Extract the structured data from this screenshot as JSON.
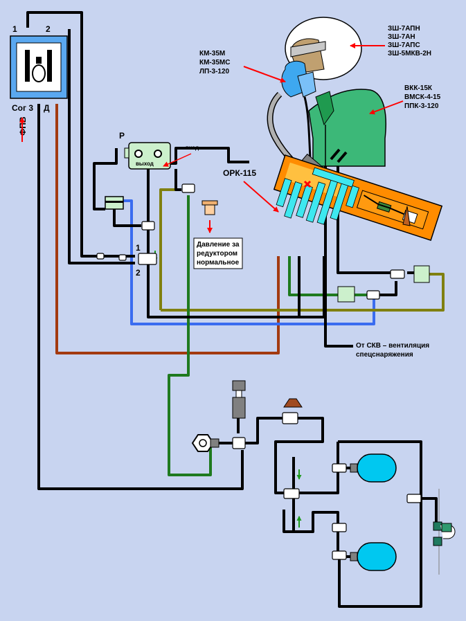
{
  "colors": {
    "background": "#c8d4f0",
    "line_black": "#000000",
    "line_brown": "#a33a10",
    "line_green": "#1f7a1f",
    "line_blue": "#3a6cf0",
    "line_olive": "#808010",
    "orange": "#ff8c00",
    "cyan": "#3ee8f0",
    "suit_green": "#3cb878",
    "arrow_red": "#ff0000",
    "fitting_green": "#ccf0cc",
    "cylinder_blue": "#00c8f0"
  },
  "labels": {
    "helmet_models": [
      "ЗШ-7АПН",
      "ЗШ-7АН",
      "ЗШ-7АПС",
      "ЗШ-5МКВ-2Н"
    ],
    "mask_models": [
      "КМ-35М",
      "КМ-35МС",
      "ЛП-3-120"
    ],
    "suit_models": [
      "ВКК-15К",
      "ВМСК-4-15",
      "ППК-3-120"
    ],
    "ork": "ОРК-115",
    "pressure_note": [
      "Давление за",
      "редуктором",
      "нормальное"
    ],
    "svc_note": [
      "От СКВ – вентиляция",
      "спецснаряжения"
    ],
    "inlet": "вход",
    "outlet": "выход",
    "port_p": "Р",
    "sok_1": "1",
    "sok_2": "2",
    "sok_3": "Сог 3",
    "sok_d": "Д",
    "fpv": "ФПВ",
    "line_1": "1",
    "line_2": "2"
  }
}
